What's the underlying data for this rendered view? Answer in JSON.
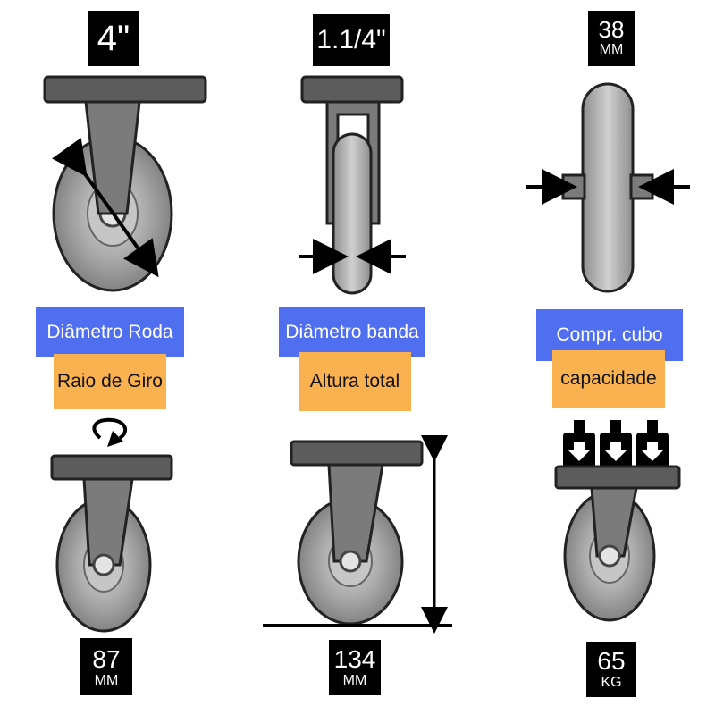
{
  "panels": [
    {
      "top_value": "4\"",
      "dimension_label": "Diâmetro Roda",
      "property_label": "Raio de Giro",
      "bottom_value": "87",
      "bottom_unit": "MM"
    },
    {
      "top_value": "1.1/4\"",
      "dimension_label": "Diâmetro banda",
      "property_label": "Altura total",
      "bottom_value": "134",
      "bottom_unit": "MM"
    },
    {
      "top_value": "38",
      "top_unit": "MM",
      "dimension_label": "Compr. cubo",
      "property_label": "capacidade",
      "bottom_value": "65",
      "bottom_unit": "KG"
    }
  ],
  "colors": {
    "dimension_label_bg": "#4f6ef0",
    "property_label_bg": "#f9b24f",
    "value_tag_bg": "#000000",
    "caster_body": "#7b7b7b",
    "caster_plate": "#5c5c5c",
    "wheel": "#9a9a9a"
  },
  "icons": [
    "rotation-arrow-icon",
    "weight-icon"
  ]
}
